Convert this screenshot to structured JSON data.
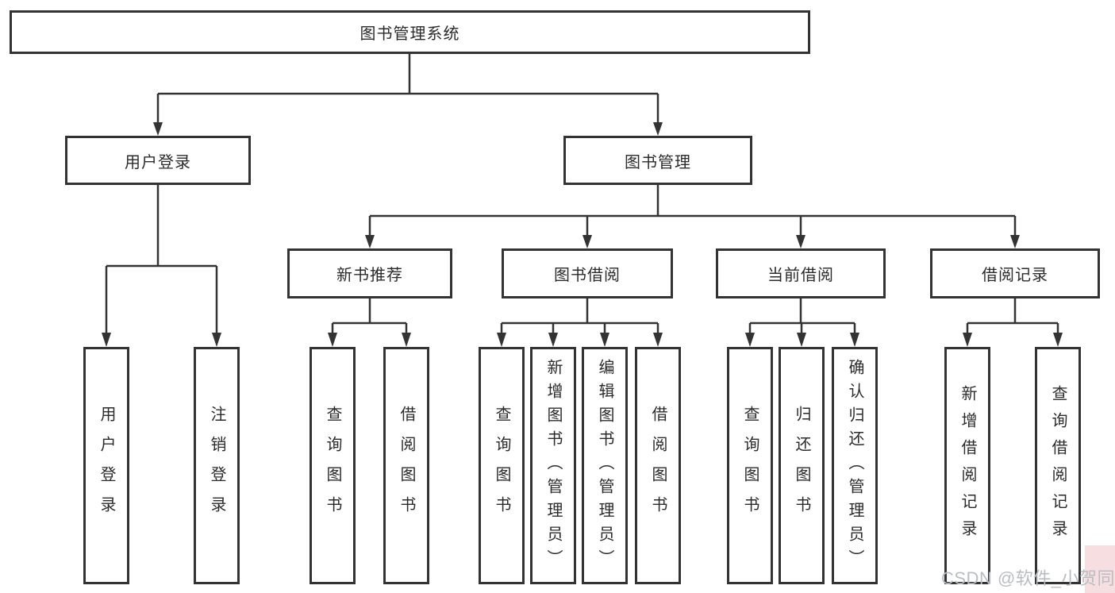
{
  "diagram": {
    "root": {
      "label": "图书管理系统"
    },
    "level2": [
      {
        "label": "用户登录"
      },
      {
        "label": "图书管理"
      }
    ],
    "level3": [
      {
        "label": "新书推荐",
        "parent": "图书管理"
      },
      {
        "label": "图书借阅",
        "parent": "图书管理"
      },
      {
        "label": "当前借阅",
        "parent": "图书管理"
      },
      {
        "label": "借阅记录",
        "parent": "图书管理"
      }
    ],
    "leaves": [
      {
        "label": "用户登录",
        "parent": "用户登录"
      },
      {
        "label": "注销登录",
        "parent": "用户登录"
      },
      {
        "label": "查询图书",
        "parent": "新书推荐"
      },
      {
        "label": "借阅图书",
        "parent": "新书推荐"
      },
      {
        "label": "查询图书",
        "parent": "图书借阅"
      },
      {
        "label": "新增图书（管理员）",
        "parent": "图书借阅"
      },
      {
        "label": "编辑图书（管理员）",
        "parent": "图书借阅"
      },
      {
        "label": "借阅图书",
        "parent": "图书借阅"
      },
      {
        "label": "查询图书",
        "parent": "当前借阅"
      },
      {
        "label": "归还图书",
        "parent": "当前借阅"
      },
      {
        "label": "确认归还（管理员）",
        "parent": "当前借阅"
      },
      {
        "label": "新增借阅记录",
        "parent": "借阅记录"
      },
      {
        "label": "查询借阅记录",
        "parent": "借阅记录"
      }
    ]
  },
  "watermark": {
    "text": "CSDN @软件_小贺同学"
  },
  "colors": {
    "line": "#333333",
    "text": "#2b2b2b",
    "background": "#ffffff",
    "watermark_text": "#b9bdc3",
    "watermark_accent": "#f7dfe1"
  }
}
